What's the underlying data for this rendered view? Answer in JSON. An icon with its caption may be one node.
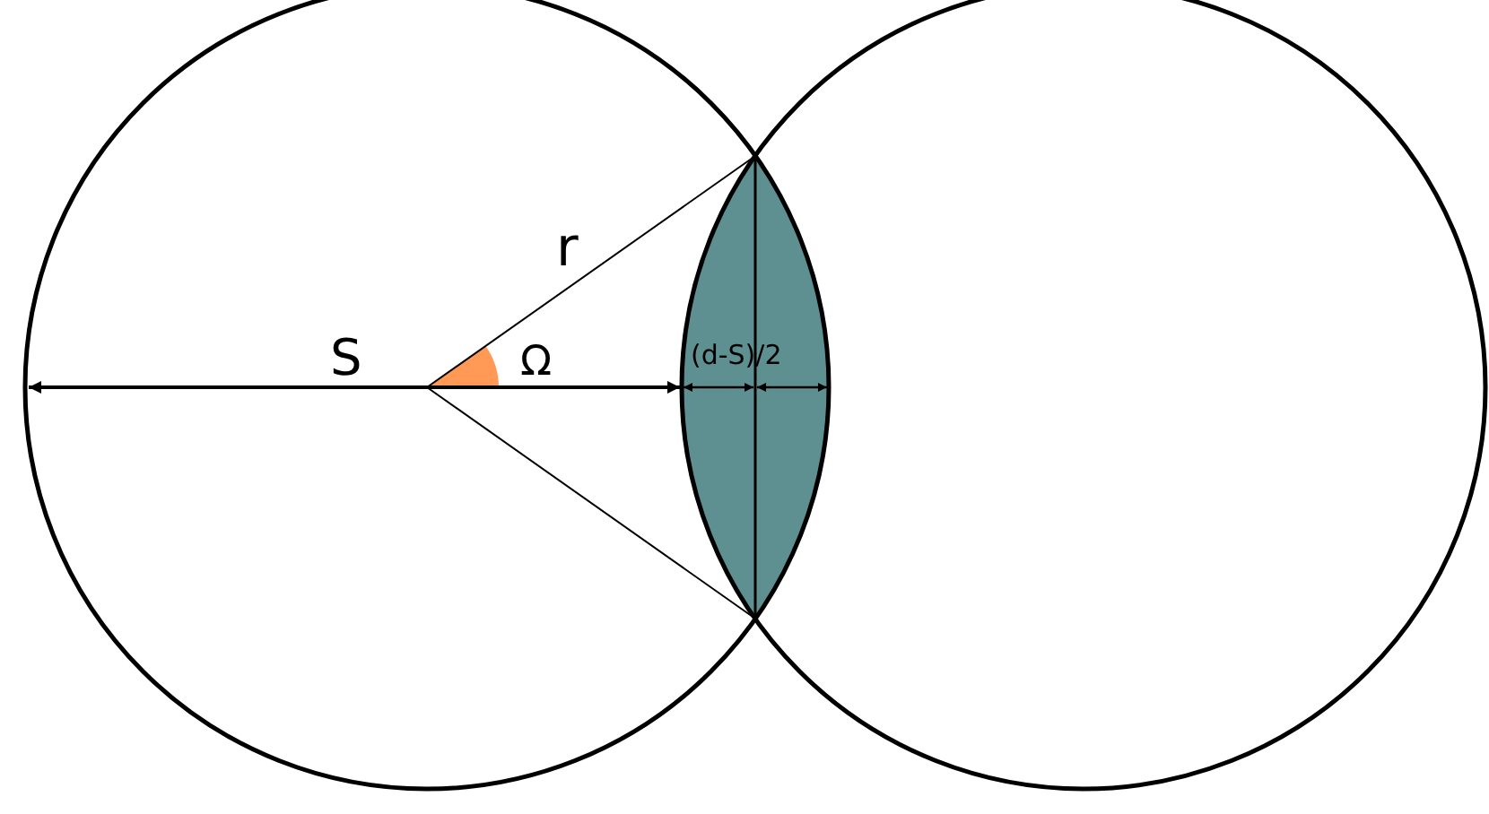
{
  "diagram": {
    "labels": [
      "r",
      "S",
      "Ω",
      "(d-S)/2"
    ]
  }
}
